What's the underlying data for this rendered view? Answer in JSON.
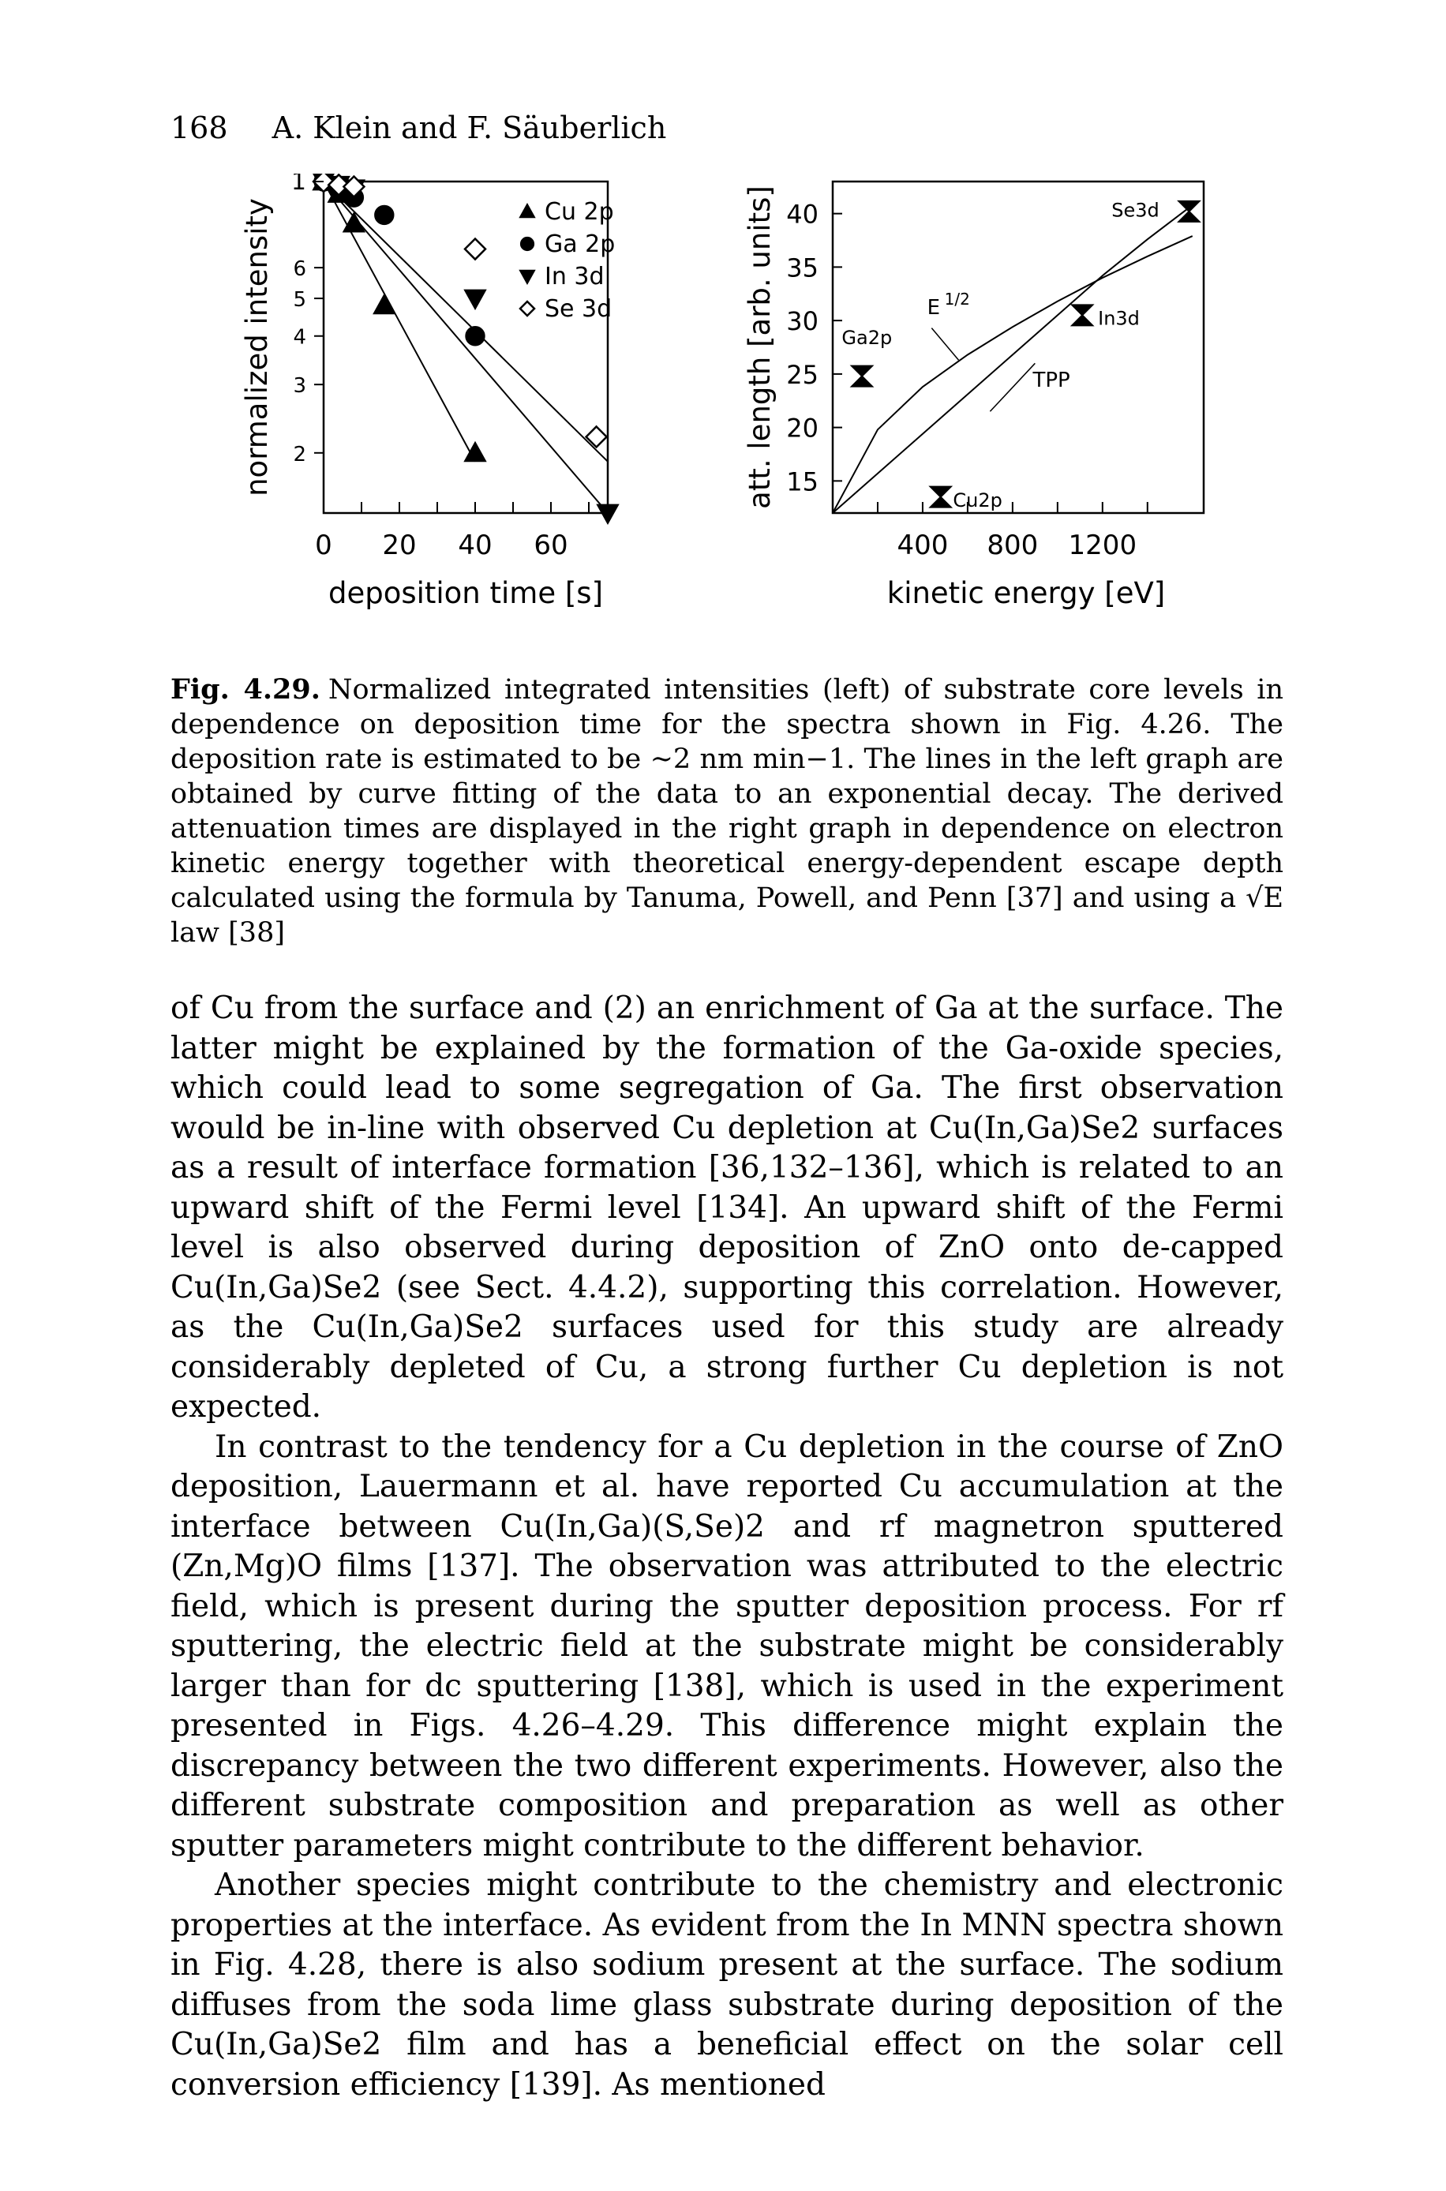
{
  "header": {
    "page_number": "168",
    "authors": "A. Klein and F. Säuberlich"
  },
  "chart_data": [
    {
      "type": "scatter",
      "title": "",
      "xlabel": "deposition time [s]",
      "ylabel": "normalized intensity",
      "y_scale": "log",
      "xlim": [
        0,
        75
      ],
      "ylim": [
        1.4,
        10
      ],
      "x_ticks": [
        "0",
        "20",
        "40",
        "60"
      ],
      "y_ticks": [
        "1",
        "6",
        "5",
        "4",
        "3",
        "2"
      ],
      "legend_position": "top-right",
      "series": [
        {
          "name": "Cu 2p",
          "marker": "triangle-up",
          "filled": true,
          "x": [
            0,
            4,
            8,
            16,
            40
          ],
          "y": [
            10,
            9.3,
            7.8,
            4.8,
            2.0
          ]
        },
        {
          "name": "Ga 2p",
          "marker": "circle",
          "filled": true,
          "x": [
            0,
            4,
            8,
            16,
            40
          ],
          "y": [
            10,
            9.6,
            9.1,
            8.2,
            4.0
          ]
        },
        {
          "name": "In 3d",
          "marker": "triangle-down",
          "filled": true,
          "x": [
            0,
            4,
            8,
            40,
            75
          ],
          "y": [
            10,
            9.8,
            9.6,
            5.0,
            1.4
          ]
        },
        {
          "name": "Se 3d",
          "marker": "diamond",
          "filled": false,
          "x": [
            0,
            4,
            8,
            40,
            72
          ],
          "y": [
            10,
            9.8,
            9.7,
            6.7,
            2.2
          ]
        }
      ],
      "fit_lines": [
        {
          "x": [
            0,
            40
          ],
          "y": [
            10,
            1.9
          ]
        },
        {
          "x": [
            0,
            75
          ],
          "y": [
            10,
            1.4
          ]
        },
        {
          "x": [
            0,
            75
          ],
          "y": [
            10,
            1.9
          ]
        }
      ]
    },
    {
      "type": "scatter",
      "title": "",
      "xlabel": "kinetic energy [eV]",
      "ylabel": "att. length [arb. units]",
      "xlim": [
        0,
        1650
      ],
      "ylim": [
        12,
        43
      ],
      "x_ticks": [
        "400",
        "800",
        "1200"
      ],
      "y_ticks": [
        "40",
        "35",
        "30",
        "25",
        "20",
        "15"
      ],
      "series": [
        {
          "name": "Cu2p",
          "marker": "hourglass",
          "x": [
            480
          ],
          "y": [
            13.5
          ]
        },
        {
          "name": "Ga2p",
          "marker": "hourglass",
          "x": [
            130
          ],
          "y": [
            24.8
          ]
        },
        {
          "name": "In3d",
          "marker": "hourglass",
          "x": [
            1110
          ],
          "y": [
            30.5
          ]
        },
        {
          "name": "Se3d",
          "marker": "hourglass",
          "x": [
            1585
          ],
          "y": [
            40.2
          ]
        }
      ],
      "curves": [
        {
          "name": "E^1/2",
          "x": [
            0,
            200,
            400,
            600,
            800,
            1000,
            1200,
            1400,
            1600
          ],
          "y": [
            12,
            19.8,
            23.8,
            26.8,
            29.4,
            31.8,
            34.0,
            36.0,
            37.9
          ]
        },
        {
          "name": "TPP",
          "x": [
            0,
            200,
            400,
            600,
            800,
            1000,
            1200,
            1400,
            1600
          ],
          "y": [
            12,
            15.7,
            19.4,
            23.1,
            26.8,
            30.5,
            34.2,
            37.6,
            40.8
          ]
        }
      ],
      "annotations": [
        "E",
        "1/2",
        "TPP",
        "Ga2p",
        "Cu2p",
        "In3d",
        "Se3d"
      ]
    }
  ],
  "caption": {
    "label": "Fig. 4.29.",
    "text": "Normalized integrated intensities (left) of substrate core levels in dependence on deposition time for the spectra shown in Fig. 4.26. The deposition rate is estimated to be ∼2 nm min−1. The lines in the left graph are obtained by curve fitting of the data to an exponential decay. The derived attenuation times are displayed in the right graph in dependence on electron kinetic energy together with theoretical energy-dependent escape depth calculated using the formula by Tanuma, Powell, and Penn [37] and using a √E law [38]"
  },
  "body": {
    "paragraphs": [
      "of Cu from the surface and (2) an enrichment of Ga at the surface. The latter might be explained by the formation of the Ga-oxide species, which could lead to some segregation of Ga. The first observation would be in-line with observed Cu depletion at Cu(In,Ga)Se2 surfaces as a result of interface formation [36,132–136], which is related to an upward shift of the Fermi level [134]. An upward shift of the Fermi level is also observed during deposition of ZnO onto de-capped Cu(In,Ga)Se2 (see Sect. 4.4.2), supporting this correlation. However, as the Cu(In,Ga)Se2 surfaces used for this study are already considerably depleted of Cu, a strong further Cu depletion is not expected.",
      "In contrast to the tendency for a Cu depletion in the course of ZnO deposition, Lauermann et al. have reported Cu accumulation at the interface between Cu(In,Ga)(S,Se)2 and rf magnetron sputtered (Zn,Mg)O films [137]. The observation was attributed to the electric field, which is present during the sputter deposition process. For rf sputtering, the electric field at the substrate might be considerably larger than for dc sputtering [138], which is used in the experiment presented in Figs. 4.26–4.29. This difference might explain the discrepancy between the two different experiments. However, also the different substrate composition and preparation as well as other sputter parameters might contribute to the different behavior.",
      "Another species might contribute to the chemistry and electronic properties at the interface. As evident from the In MNN spectra shown in Fig. 4.28, there is also sodium present at the surface. The sodium diffuses from the soda lime glass substrate during deposition of the Cu(In,Ga)Se2 film and has a beneficial effect on the solar cell conversion efficiency [139]. As mentioned"
    ]
  }
}
